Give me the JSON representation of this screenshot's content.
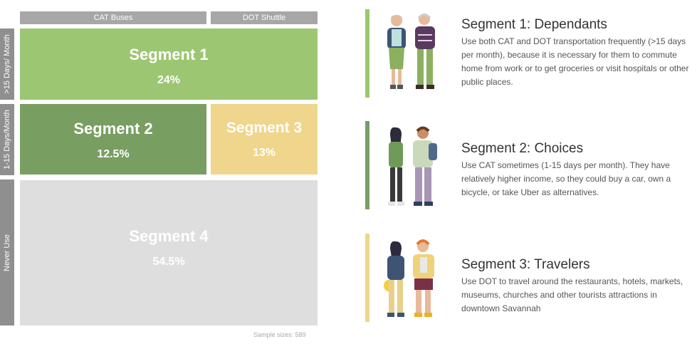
{
  "matrix": {
    "columns": [
      "CAT Buses",
      "DOT Shuttle"
    ],
    "rows": [
      ">15 Days/ Month",
      "1-15 Days/Month",
      "Never Use"
    ],
    "segments": [
      {
        "name": "Segment 1",
        "percent": "24%"
      },
      {
        "name": "Segment 2",
        "percent": "12.5%"
      },
      {
        "name": "Segment 3",
        "percent": "13%"
      },
      {
        "name": "Segment 4",
        "percent": "54.5%"
      }
    ],
    "sample_size": "Sample sizes: 589"
  },
  "descriptions": [
    {
      "title": "Segment 1: Dependants",
      "body": "Use both CAT and DOT transportation frequently (>15 days per month), because it is necessary for them to commute home from work or to get groceries or visit hospitals or other public places.",
      "accent": "#9cc672",
      "illustration": "elderly-couple-icon"
    },
    {
      "title": "Segment 2: Choices",
      "body": "Use CAT sometimes (1-15 days per month). They have relatively higher income, so they could buy a car, own a bicycle, or take Uber as alternatives.",
      "accent": "#799e62",
      "illustration": "young-couple-icon"
    },
    {
      "title": "Segment 3: Travelers",
      "body": "Use DOT to travel around the restaurants, hotels, markets, museums, churches and other tourists attractions in downtown Savannah",
      "accent": "#f0d58c",
      "illustration": "tourist-couple-icon"
    }
  ]
}
